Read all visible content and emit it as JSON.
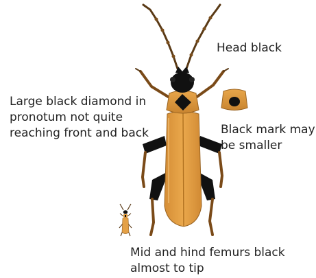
{
  "labels": {
    "head": "Head black",
    "diamond_lines": [
      "Large black diamond in",
      "pronotum not quite",
      "reaching front and back"
    ],
    "mark_lines": [
      "Black mark may",
      "be smaller"
    ],
    "femur_lines": [
      "Mid and hind femurs black",
      "almost to tip"
    ]
  },
  "colors": {
    "body": "#e4a045",
    "body_shadow": "#c98530",
    "black": "#111111",
    "leg": "#c07a2a",
    "text": "#222222"
  }
}
